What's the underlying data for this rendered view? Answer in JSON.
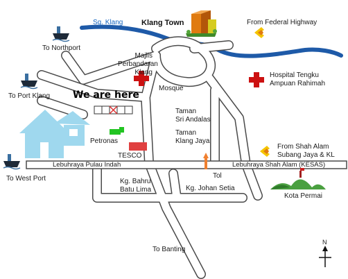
{
  "map": {
    "river_label": "Sg. Klang",
    "town_label": "Klang Town",
    "majlis_label": "Majlis\nPerbandaran\nKlang",
    "mosque_label": "Mosque",
    "hospital_label": "Hospital Tengku\nAmpuan Rahimah",
    "federal_label": "From Federal Highway",
    "northport_label": "To Northport",
    "portklang_label": "To Port Klang",
    "westport_label": "To West Port",
    "here_label": "We are here",
    "petronas_label": "Petronas",
    "tesco_label": "TESCO",
    "sri_andalas_label": "Taman\nSri Andalas",
    "klang_jaya_label": "Taman\nKlang Jaya",
    "shah_alam_label": "From Shah Alam\nSubang Jaya & KL",
    "pulau_indah_label": "Lebuhraya Pulau Indah",
    "tol_label": "Tol",
    "kesas_label": "Lebuhraya Shah Alam (KESAS)",
    "bahru_label": "Kg. Bahru\nBatu Lima",
    "johan_label": "Kg. Johan Setia",
    "permai_label": "Kota Permai",
    "banting_label": "To Banting",
    "north_label": "N",
    "colors": {
      "river": "#1e5aa8",
      "road": "#ffffff",
      "road_edge": "#4a4a4a",
      "hospital": "#cc1111",
      "arrow": "#f5c400",
      "house": "#9fd8ee",
      "petronas": "#22c422",
      "tesco": "#e04040",
      "toll": "#f08030"
    }
  }
}
